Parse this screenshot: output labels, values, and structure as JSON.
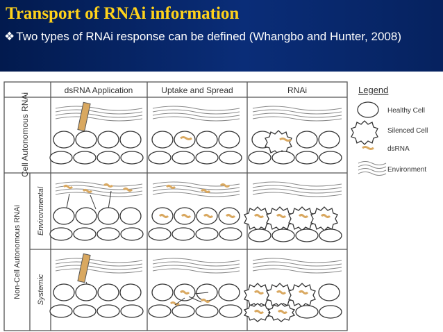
{
  "slide": {
    "title": "Transport of RNAi information",
    "bullet_icon": "diamond-bullet-icon",
    "bullet_text": "Two types of RNAi response can be defined (Whangbo and Hunter, 2008)",
    "colors": {
      "header_bg": "#0a2d78",
      "title": "#ffd21a",
      "bullet_text": "#ffffff",
      "dsrna": "#d9a860"
    }
  },
  "figure": {
    "columns": [
      "dsRNA Application",
      "Uptake and Spread",
      "RNAi"
    ],
    "row_groups": [
      {
        "label": "Cell Autonomous RNAi",
        "subrows": [
          ""
        ]
      },
      {
        "label": "Non-Cell Autonomous RNAi",
        "subrows": [
          "Environmental",
          "Systemic"
        ]
      }
    ],
    "legend": {
      "title": "Legend",
      "items": [
        {
          "label": "Healthy Cell",
          "icon": "healthy-cell-icon"
        },
        {
          "label": "Silenced Cell",
          "icon": "silenced-cell-icon"
        },
        {
          "label": "dsRNA",
          "icon": "dsrna-icon"
        },
        {
          "label": "Environment",
          "icon": "environment-lines-icon"
        }
      ]
    }
  }
}
